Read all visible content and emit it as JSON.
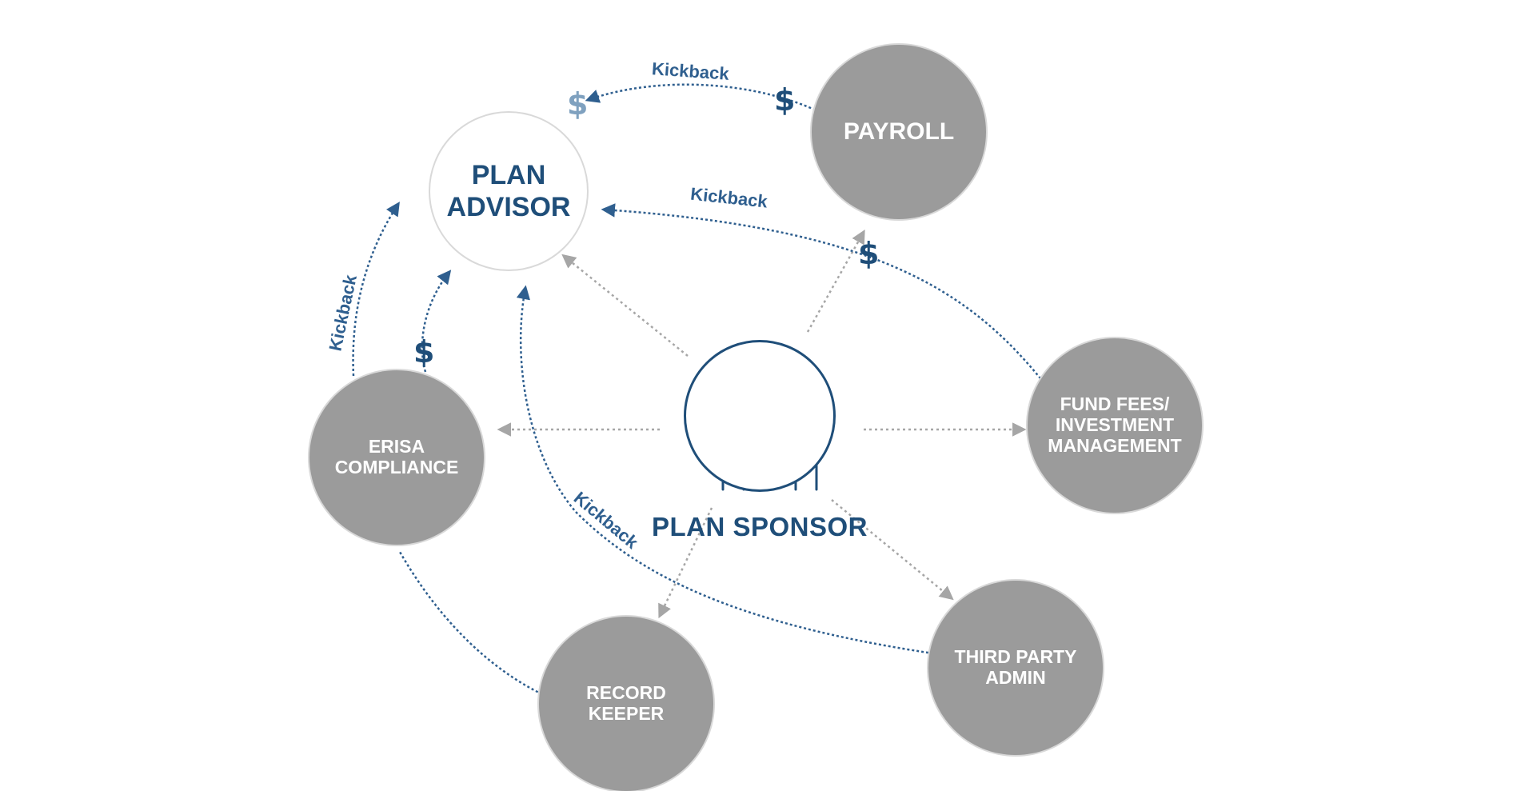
{
  "nodes": {
    "plan_advisor": "PLAN\nADVISOR",
    "plan_sponsor": "PLAN SPONSOR",
    "payroll": "PAYROLL",
    "fund_fees": "FUND FEES/\nINVESTMENT\nMANAGEMENT",
    "erisa": "ERISA\nCOMPLIANCE",
    "record_keeper": "RECORD\nKEEPER",
    "third_party_admin": "THIRD PARTY\nADMIN"
  },
  "edge_labels": {
    "kickback": "Kickback",
    "dollar": "$"
  },
  "colors": {
    "navy": "#1f4e79",
    "kickback_line": "#2f5f8f",
    "gray_node": "#9b9b9b",
    "dashed_gray": "#a6a6a6",
    "dollar_light": "#7fa1bf"
  },
  "icons": {
    "plan_sponsor": "person-icon"
  }
}
